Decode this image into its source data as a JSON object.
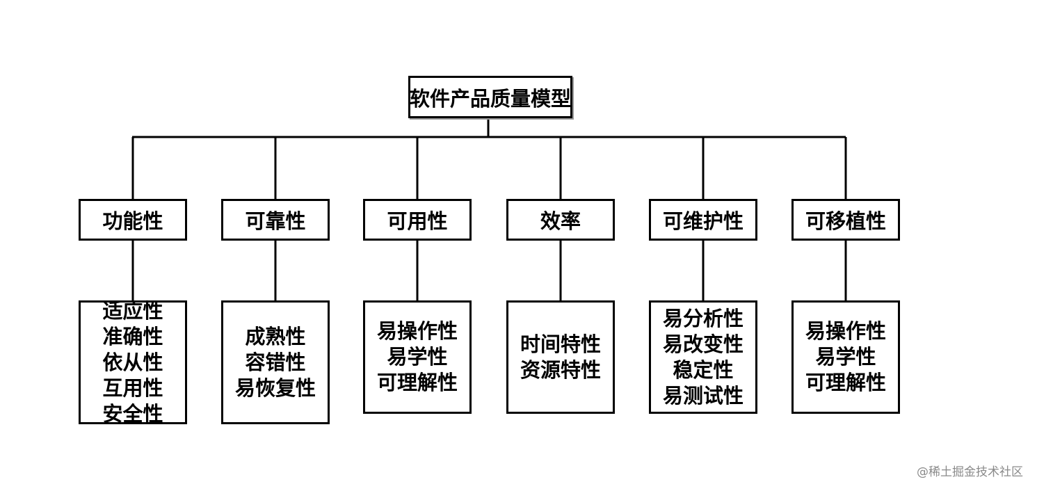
{
  "root": {
    "label": "软件产品质量模型"
  },
  "categories": [
    {
      "label": "功能性",
      "items": [
        "适应性",
        "准确性",
        "依从性",
        "互用性",
        "安全性"
      ]
    },
    {
      "label": "可靠性",
      "items": [
        "成熟性",
        "容错性",
        "易恢复性"
      ]
    },
    {
      "label": "可用性",
      "items": [
        "易操作性",
        "易学性",
        "可理解性"
      ]
    },
    {
      "label": "效率",
      "items": [
        "时间特性",
        "资源特性"
      ]
    },
    {
      "label": "可维护性",
      "items": [
        "易分析性",
        "易改变性",
        "稳定性",
        "易测试性"
      ]
    },
    {
      "label": "可移植性",
      "items": [
        "易操作性",
        "易学性",
        "可理解性"
      ]
    }
  ],
  "watermark": "@稀土掘金技术社区",
  "colors": {
    "line": "#000000",
    "box_border": "#000000",
    "watermark": "#8a8a8a"
  }
}
